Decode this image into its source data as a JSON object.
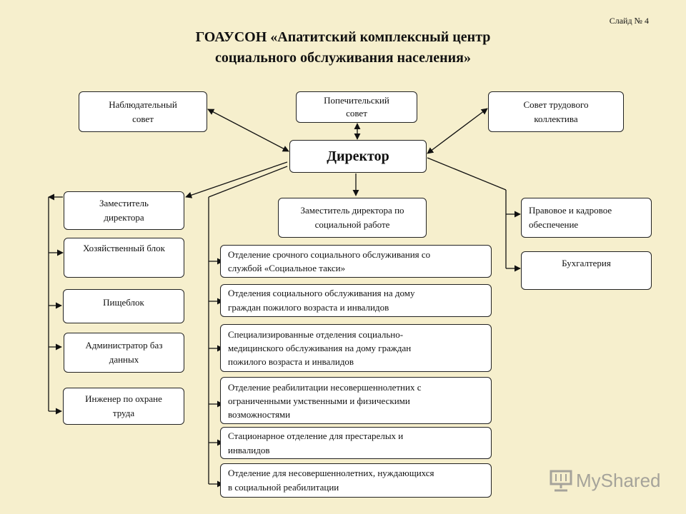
{
  "slide_label": "Слайд № 4",
  "title": {
    "line1": "ГОАУСОН «Апатитский комплексный центр",
    "line2": "социального обслуживания населения»"
  },
  "top_boxes": {
    "supervisory": [
      "Наблюдательный",
      "совет"
    ],
    "trustees": [
      "Попечительский",
      "совет"
    ],
    "labor_council": [
      "Совет трудового",
      "коллектива"
    ]
  },
  "director": "Директор",
  "left_branch": {
    "deputy": [
      "Заместитель",
      "директора"
    ],
    "items": [
      [
        "Хозяйственный блок"
      ],
      [
        "Пищеблок"
      ],
      [
        "Администратор баз",
        "данных"
      ],
      [
        "Инженер по охране",
        "труда"
      ]
    ]
  },
  "middle_branch": {
    "deputy_social": [
      "Заместитель директора по",
      "социальной работе"
    ],
    "departments": [
      [
        "Отделение срочного социального обслуживания со",
        "службой «Социальное такси»"
      ],
      [
        "Отделения социального обслуживания на дому",
        "граждан пожилого возраста и инвалидов"
      ],
      [
        "Специализированные отделения социально-",
        "медицинского  обслуживания на дому граждан",
        "пожилого возраста и инвалидов"
      ],
      [
        "Отделение реабилитации несовершеннолетних  с",
        "ограниченными  умственными и физическими",
        "возможностями"
      ],
      [
        "Стационарное отделение для престарелых  и",
        "инвалидов"
      ],
      [
        "Отделение для несовершеннолетних, нуждающихся",
        "в социальной  реабилитации"
      ]
    ]
  },
  "right_branch": {
    "legal_hr": [
      "Правовое и кадровое",
      "обеспечение"
    ],
    "accounting": [
      "Бухгалтерия"
    ]
  },
  "watermark": "MyShared"
}
